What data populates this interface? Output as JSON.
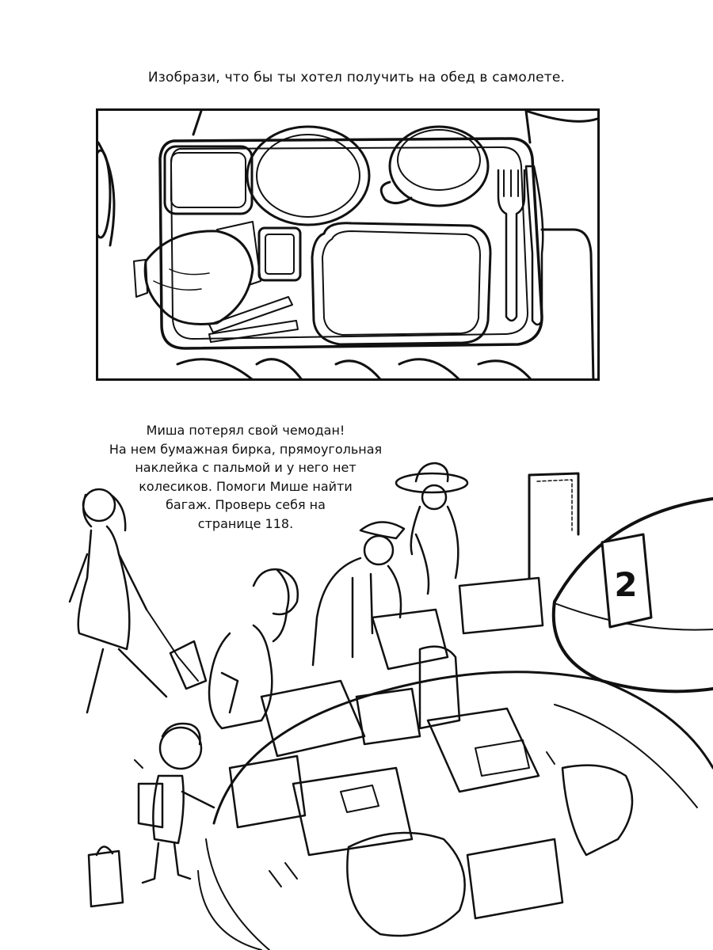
{
  "activity_prompt": "Изобрази, что бы ты хотел получить на обед в самолете.",
  "puzzle": {
    "lines": [
      "Миша потерял свой чемодан!",
      "На нем бумажная бирка, прямоугольная",
      "наклейка с пальмой и у него нет",
      "колесиков. Помоги Мише найти",
      "багаж. Проверь себя на",
      "странице 118."
    ]
  },
  "carousel_number": "2",
  "colors": {
    "ink": "#111111",
    "paper": "#ffffff"
  }
}
